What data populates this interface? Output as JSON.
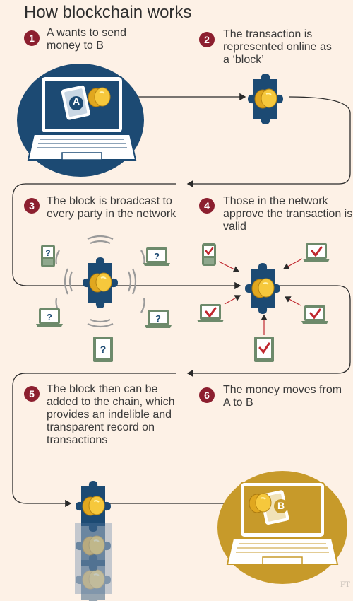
{
  "title": "How blockchain works",
  "steps": [
    {
      "num": "1",
      "text": "A wants to send money to B"
    },
    {
      "num": "2",
      "text": "The transaction is represented online as a ‘block’"
    },
    {
      "num": "3",
      "text": "The block is broadcast to every party in the network"
    },
    {
      "num": "4",
      "text": "Those in the network approve the transaction is valid"
    },
    {
      "num": "5",
      "text": "The block then can be added to the chain, which provides an indelible and transparent record on transactions"
    },
    {
      "num": "6",
      "text": "The money moves from A to B"
    }
  ],
  "labels": {
    "sender": "A",
    "receiver": "B",
    "question": "?",
    "source": "FT"
  },
  "colors": {
    "navy": "#1c4a73",
    "gold": "#c79a2a",
    "coin": "#f1c233",
    "maroon": "#8c1f2f",
    "check_red": "#c0282f",
    "device_green": "#6d8a6b",
    "paper": "#fdf1e6"
  }
}
